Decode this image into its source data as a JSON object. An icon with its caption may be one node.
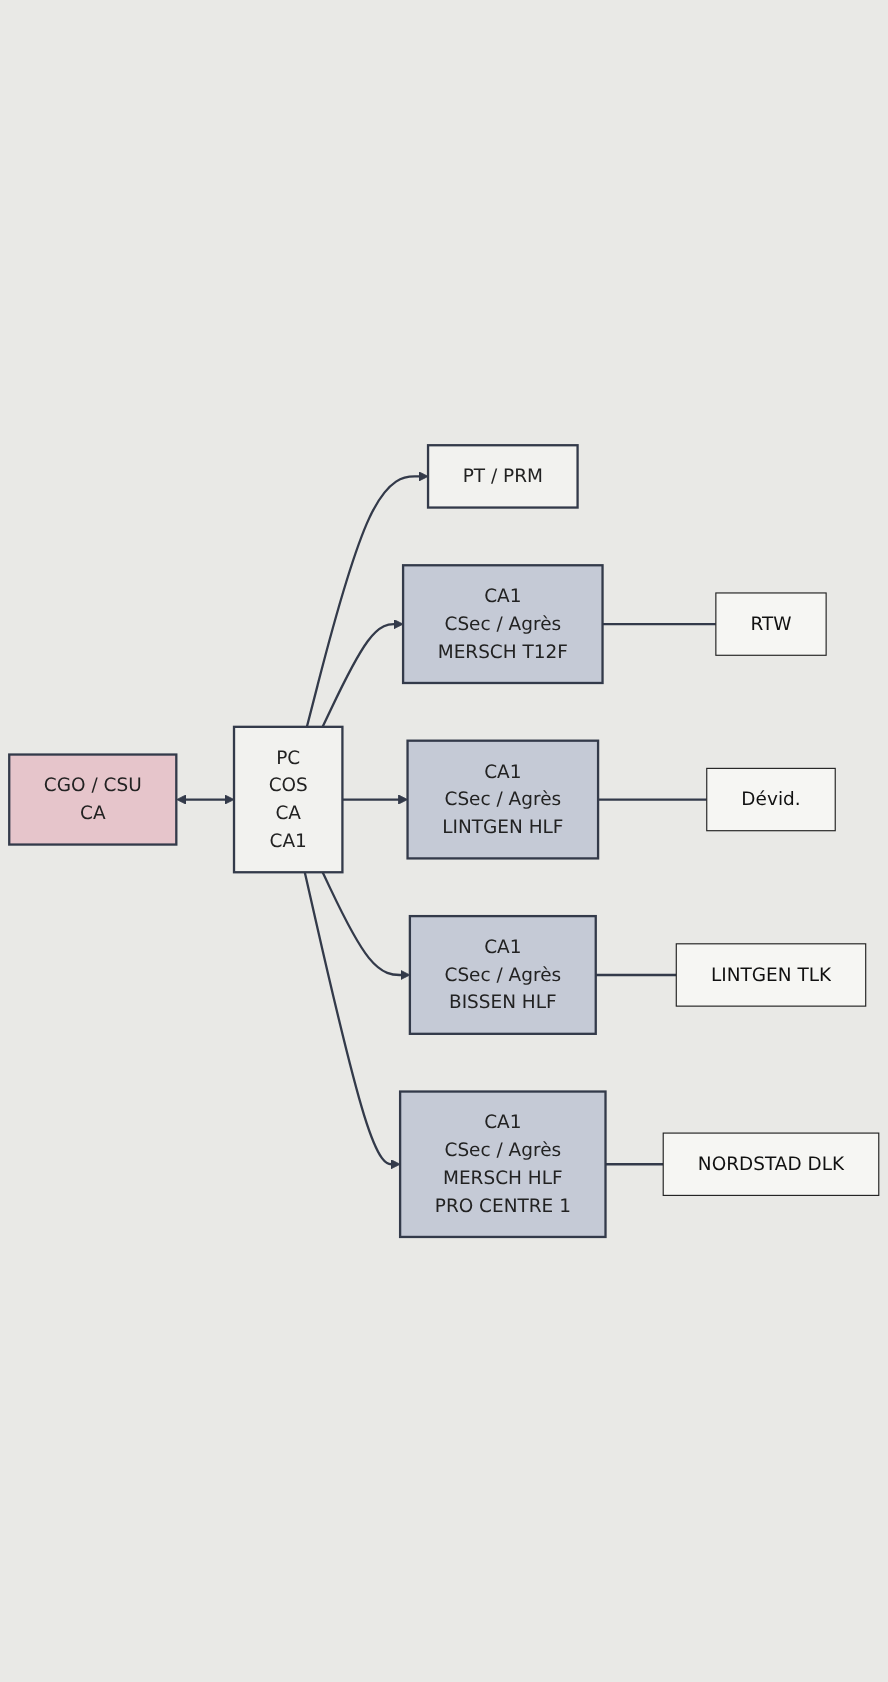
{
  "diagram": {
    "nodes": [
      {
        "text": [
          "CGO / CSU",
          "CA"
        ]
      },
      {
        "text": [
          "PC",
          "COS",
          "CA",
          "CA1"
        ]
      },
      {
        "text": [
          "PT / PRM"
        ]
      },
      {
        "text": [
          "CA1",
          "CSec / Agrès",
          "MERSCH T12F"
        ]
      },
      {
        "text": [
          "CA1",
          "CSec / Agrès",
          "LINTGEN HLF"
        ]
      },
      {
        "text": [
          "CA1",
          "CSec / Agrès",
          "BISSEN HLF"
        ]
      },
      {
        "text": [
          "CA1",
          "CSec / Agrès",
          "MERSCH HLF",
          "PRO CENTRE 1"
        ]
      },
      {
        "text": [
          "RTW"
        ]
      },
      {
        "text": [
          "Dévid."
        ]
      },
      {
        "text": [
          "LINTGEN TLK"
        ]
      },
      {
        "text": [
          "NORDSTAD DLK"
        ]
      }
    ],
    "edges": [
      {
        "from": 0,
        "to": 1,
        "arrow": "both"
      },
      {
        "from": 1,
        "to": 2,
        "arrow": "to"
      },
      {
        "from": 1,
        "to": 3,
        "arrow": "to"
      },
      {
        "from": 1,
        "to": 4,
        "arrow": "to"
      },
      {
        "from": 1,
        "to": 5,
        "arrow": "to"
      },
      {
        "from": 1,
        "to": 6,
        "arrow": "to"
      },
      {
        "from": 3,
        "to": 7,
        "arrow": "none"
      },
      {
        "from": 4,
        "to": 8,
        "arrow": "none"
      },
      {
        "from": 5,
        "to": 9,
        "arrow": "none"
      },
      {
        "from": 6,
        "to": 10,
        "arrow": "none"
      }
    ]
  }
}
